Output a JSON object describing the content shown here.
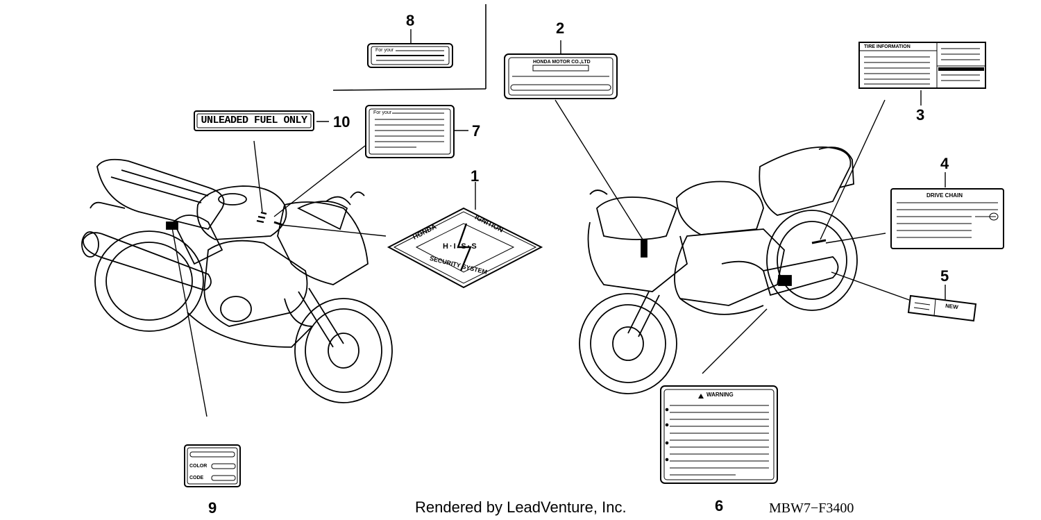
{
  "diagram": {
    "callouts": [
      "1",
      "2",
      "3",
      "4",
      "5",
      "6",
      "7",
      "8",
      "9",
      "10"
    ],
    "labels": {
      "fuel": "UNLEADED FUEL ONLY",
      "for_your_small": "For your",
      "for_your_large": "For your",
      "honda_motor": "HONDA MOTOR CO.,LTD",
      "tire_information": "TIRE INFORMATION",
      "drive_chain": "DRIVE CHAIN",
      "warning": "WARNING",
      "new": "NEW",
      "color": "COLOR",
      "code": "CODE",
      "hiss_top_left": "HONDA",
      "hiss_top_right": "IGNITION",
      "hiss_center": "H·I·S·S",
      "hiss_bottom": "SECURITY SYSTEM"
    }
  },
  "footer": {
    "credit": "Rendered by LeadVenture, Inc.",
    "diagram_code": "MBW7−F3400"
  }
}
